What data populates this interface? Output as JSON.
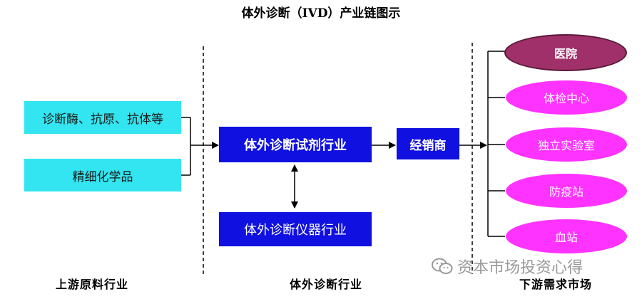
{
  "title": "体外诊断（IVD）产业链图示",
  "upstream": {
    "items": [
      "诊断酶、抗原、抗体等",
      "精细化学品"
    ]
  },
  "midstream": {
    "reagent": "体外诊断试剂行业",
    "instrument": "体外诊断仪器行业",
    "distributor": "经销商"
  },
  "downstream": {
    "items": [
      "医院",
      "体检中心",
      "独立实验室",
      "防疫站",
      "血站"
    ]
  },
  "footer": {
    "left": "上游原料行业",
    "middle": "体外诊断行业",
    "right": "下游需求市场"
  },
  "watermark": "资本市场投资心得",
  "colors": {
    "cyan": "#33e5f0",
    "blue": "#1010e0",
    "magenta": "#ff33ff",
    "hospital": "#a0306a"
  }
}
